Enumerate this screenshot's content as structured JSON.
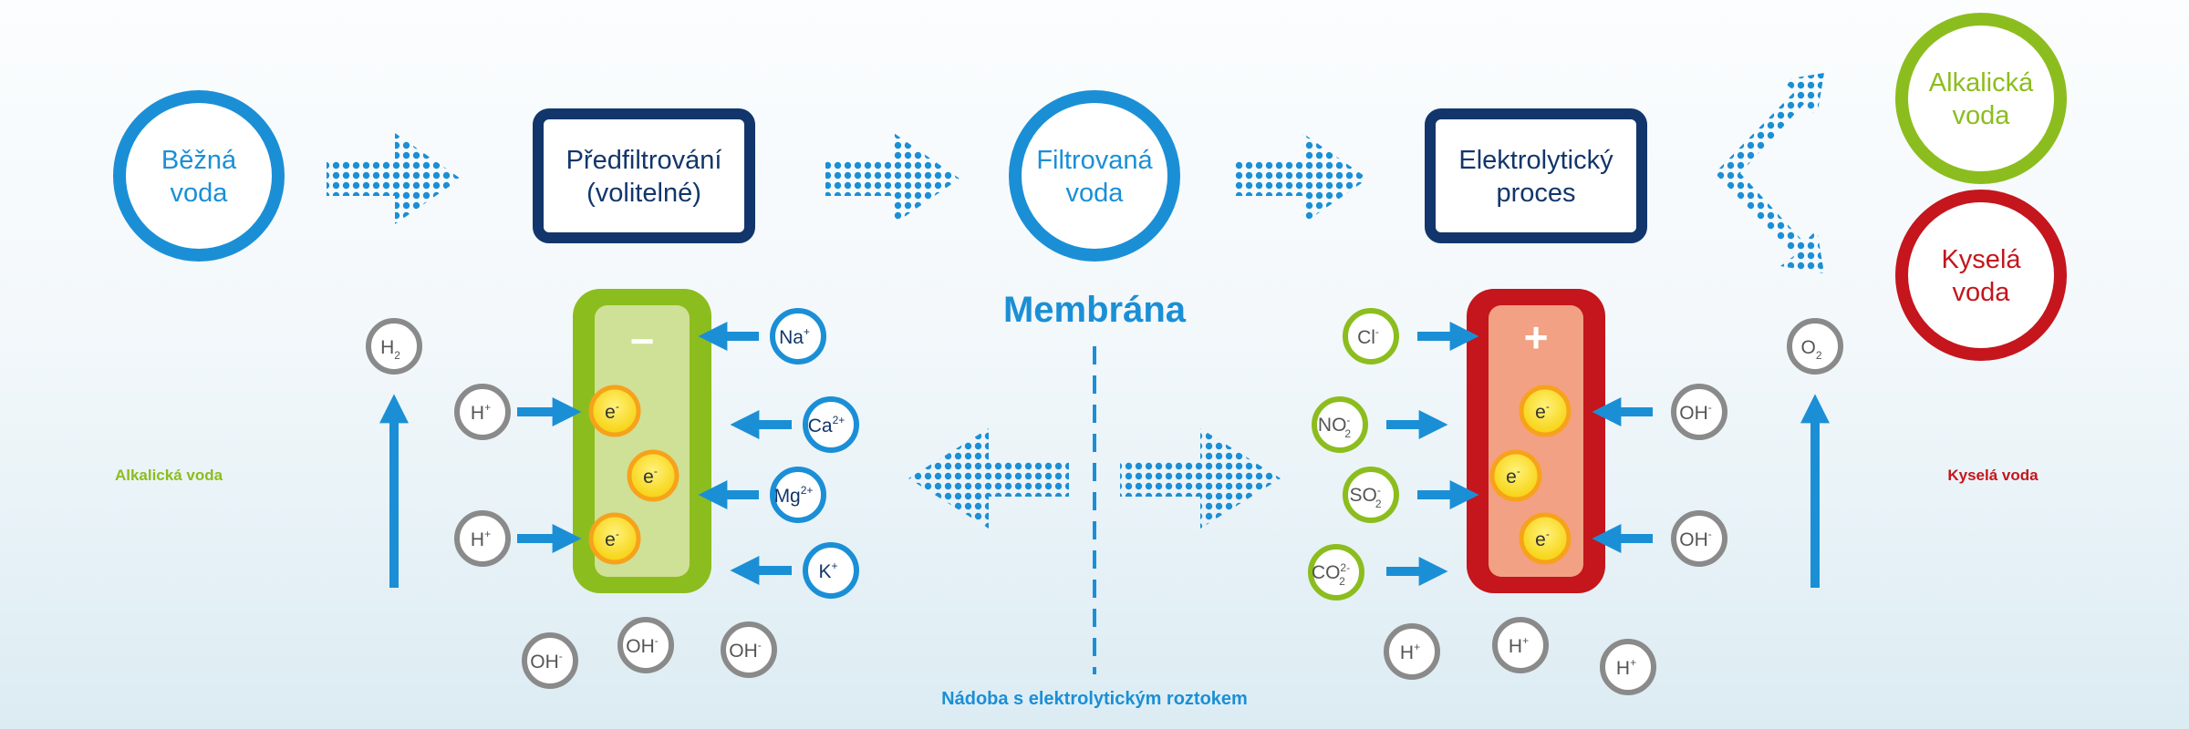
{
  "flow": {
    "common_water": [
      "Běžná",
      "voda"
    ],
    "prefiltration": [
      "Předfiltrování",
      "(volitelné)"
    ],
    "filtered_water": [
      "Filtrovaná",
      "voda"
    ],
    "electrolysis": [
      "Elektrolytický",
      "proces"
    ],
    "alkaline_water": [
      "Alkalická",
      "voda"
    ],
    "acidic_water": [
      "Kyselá",
      "voda"
    ]
  },
  "cell": {
    "membrane_title": "Membrána",
    "vessel_label": "Nádoba s elektrolytickým roztokem",
    "left_side_label": "Alkalická voda",
    "right_side_label": "Kyselá voda",
    "cathode_sign": "−",
    "anode_sign": "+",
    "electron": "e",
    "cathode_gas": "H",
    "anode_gas": "O",
    "left_input": [
      "H",
      "H"
    ],
    "left_output": [
      "OH",
      "OH",
      "OH"
    ],
    "cations": [
      "Na",
      "Ca",
      "Mg",
      "K"
    ],
    "anions": [
      "Cl",
      "NO",
      "SO",
      "CO"
    ],
    "right_input": [
      "OH",
      "OH"
    ],
    "right_output": [
      "H",
      "H",
      "H"
    ]
  },
  "colors": {
    "blue": "#1b8fd6",
    "navy": "#12366b",
    "green": "#8cbd1e",
    "red": "#c4161c",
    "grey": "#8a8a8a"
  }
}
